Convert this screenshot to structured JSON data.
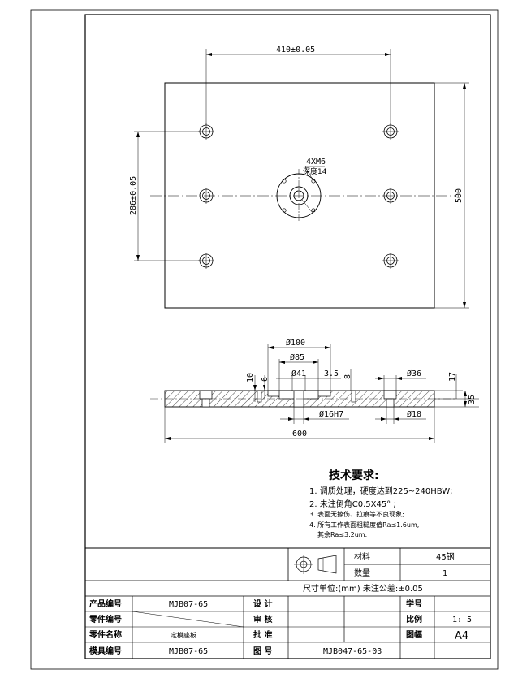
{
  "top_view": {
    "dim_hole_spacing_x": "410±0.05",
    "dim_hole_spacing_y": "286±0.05",
    "dim_height": "500",
    "callout_thread": "4XM6",
    "callout_depth": "深度14"
  },
  "section_view": {
    "dim_d100": "Ø100",
    "dim_d85": "Ø85",
    "dim_d41": "Ø41",
    "dim_3_5": "3.5",
    "dim_8": "8",
    "dim_10": "10",
    "dim_6": "6",
    "dim_d36": "Ø36",
    "dim_17": "17",
    "dim_35": "35",
    "dim_d16h7": "Ø16H7",
    "dim_d18": "Ø18",
    "dim_width": "600"
  },
  "tech_requirements": {
    "title": "技术要求:",
    "items": [
      "1. 调质处理，硬度达到225~240HBW;",
      "2. 未注倒角C0.5X45° ;",
      "3. 表面无擦伤、拉痕等不良现象;",
      "4. 所有工作表面粗糙度值Ra≤1.6um,",
      "其余Ra≤3.2um."
    ]
  },
  "title_block": {
    "material_label": "材料",
    "material_value": "45钢",
    "quantity_label": "数量",
    "quantity_value": "1",
    "unit_note": "尺寸单位:(mm)  未注公差:±0.05",
    "product_no_label": "产品编号",
    "product_no_value": "MJB07-65",
    "part_no_label": "零件编号",
    "part_name_label": "零件名称",
    "part_name_value": "定模座板",
    "mold_no_label": "模具编号",
    "mold_no_value": "MJB07-65",
    "design_label": "设 计",
    "review_label": "审 核",
    "approve_label": "批 准",
    "drawing_no_label": "图 号",
    "drawing_no_value": "MJB047-65-03",
    "student_no_label": "学号",
    "scale_label": "比例",
    "scale_value": "1: 5",
    "sheet_size_label": "图幅",
    "sheet_size_value": "A4"
  }
}
